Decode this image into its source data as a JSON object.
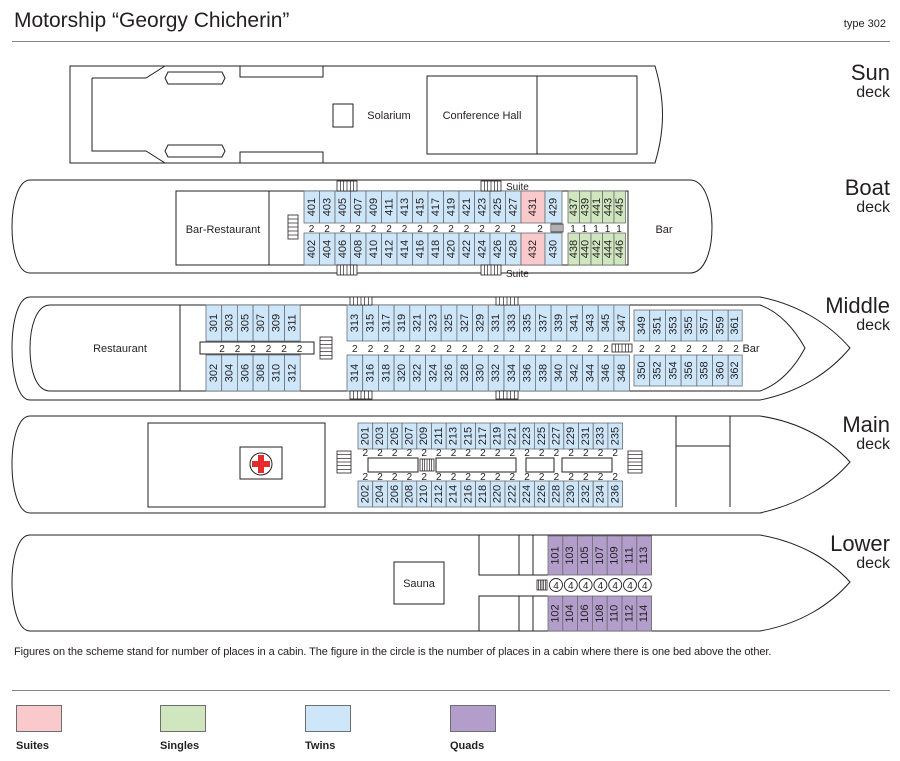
{
  "title": "Motorship “Georgy Chicherin”",
  "type_label": "type 302",
  "colors": {
    "suite": "#f9c9cc",
    "single": "#cfe6be",
    "twin": "#cde6f9",
    "quad": "#b39dcb",
    "red_cross": "#e52b2e"
  },
  "decks": [
    {
      "id": "sun",
      "name_top": "Sun",
      "name_bottom": "deck",
      "rooms": [
        "Solarium",
        "Conference Hall"
      ]
    },
    {
      "id": "boat",
      "name_top": "Boat",
      "name_bottom": "deck",
      "rooms": [
        "Bar-Restaurant",
        "Bar",
        "Suite",
        "Suite"
      ],
      "twins_top": [
        "401",
        "403",
        "405",
        "407",
        "409",
        "411",
        "413",
        "415",
        "417",
        "419",
        "421",
        "423",
        "425",
        "427"
      ],
      "twins_bottom": [
        "402",
        "404",
        "406",
        "408",
        "410",
        "412",
        "414",
        "416",
        "418",
        "420",
        "422",
        "424",
        "426",
        "428"
      ],
      "suites": [
        "431",
        "432"
      ],
      "twin_extra": [
        "429",
        "430"
      ],
      "singles_top": [
        "437",
        "439",
        "441",
        "443",
        "445"
      ],
      "singles_bottom": [
        "438",
        "440",
        "442",
        "444",
        "446"
      ],
      "corridor_twos": [
        "2",
        "2",
        "2",
        "2",
        "2",
        "2",
        "2",
        "2",
        "2",
        "2",
        "2",
        "2",
        "2",
        "2",
        "2"
      ],
      "corridor_ones": [
        "1",
        "1",
        "1",
        "1",
        "1"
      ]
    },
    {
      "id": "middle",
      "name_top": "Middle",
      "name_bottom": "deck",
      "rooms": [
        "Restaurant",
        "Bar"
      ],
      "fwd_top": [
        "301",
        "303",
        "305",
        "307",
        "309",
        "311"
      ],
      "fwd_bottom": [
        "302",
        "304",
        "306",
        "308",
        "310",
        "312"
      ],
      "mid_top": [
        "313",
        "315",
        "317",
        "319",
        "321",
        "323",
        "325",
        "327",
        "329",
        "331",
        "333",
        "335",
        "337",
        "339",
        "341",
        "343",
        "345",
        "347"
      ],
      "mid_bottom": [
        "314",
        "316",
        "318",
        "320",
        "322",
        "324",
        "326",
        "328",
        "330",
        "332",
        "334",
        "336",
        "338",
        "340",
        "342",
        "344",
        "346",
        "348"
      ],
      "aft_top": [
        "349",
        "351",
        "353",
        "355",
        "357",
        "359",
        "361"
      ],
      "aft_bottom": [
        "350",
        "352",
        "354",
        "356",
        "358",
        "360",
        "362"
      ],
      "fwd_twos": [
        "2",
        "2",
        "2",
        "2",
        "2",
        "2"
      ],
      "mid_twos": [
        "2",
        "2",
        "2",
        "2",
        "2",
        "2",
        "2",
        "2",
        "2",
        "2",
        "2",
        "2",
        "2",
        "2",
        "2",
        "2",
        "2",
        "2"
      ],
      "aft_twos": [
        "2",
        "2",
        "2",
        "2",
        "2",
        "2",
        "2"
      ]
    },
    {
      "id": "main",
      "name_top": "Main",
      "name_bottom": "deck",
      "rooms": [],
      "twins_top": [
        "201",
        "203",
        "205",
        "207",
        "209",
        "211",
        "213",
        "215",
        "217",
        "219",
        "221",
        "223",
        "225",
        "227",
        "229",
        "231",
        "233",
        "235"
      ],
      "twins_bottom": [
        "202",
        "204",
        "206",
        "208",
        "210",
        "212",
        "214",
        "216",
        "218",
        "220",
        "222",
        "224",
        "226",
        "228",
        "230",
        "232",
        "234",
        "236"
      ],
      "corridor_twos_top": [
        "2",
        "2",
        "2",
        "2",
        "2",
        "2",
        "2",
        "2",
        "2",
        "2",
        "2",
        "2",
        "2",
        "2",
        "2",
        "2",
        "2",
        "2"
      ],
      "corridor_twos_bottom": [
        "2",
        "2",
        "2",
        "2",
        "2",
        "2",
        "2",
        "2",
        "2",
        "2",
        "2",
        "2",
        "2",
        "2",
        "2",
        "2",
        "2",
        "2"
      ]
    },
    {
      "id": "lower",
      "name_top": "Lower",
      "name_bottom": "deck",
      "rooms": [
        "Sauna"
      ],
      "quads_top": [
        "101",
        "103",
        "105",
        "107",
        "109",
        "111",
        "113"
      ],
      "quads_bottom": [
        "102",
        "104",
        "106",
        "108",
        "110",
        "112",
        "114"
      ],
      "circled": [
        "4",
        "4",
        "4",
        "4",
        "4",
        "4",
        "4"
      ]
    }
  ],
  "note": "Figures on the scheme stand for number of places in a cabin. The figure in the circle is the number of places in a cabin where there is one bed above the other.",
  "legend": [
    {
      "label": "Suites",
      "color": "#f9c9cc"
    },
    {
      "label": "Singles",
      "color": "#cfe6be"
    },
    {
      "label": "Twins",
      "color": "#cde6f9"
    },
    {
      "label": "Quads",
      "color": "#b39dcb"
    }
  ]
}
